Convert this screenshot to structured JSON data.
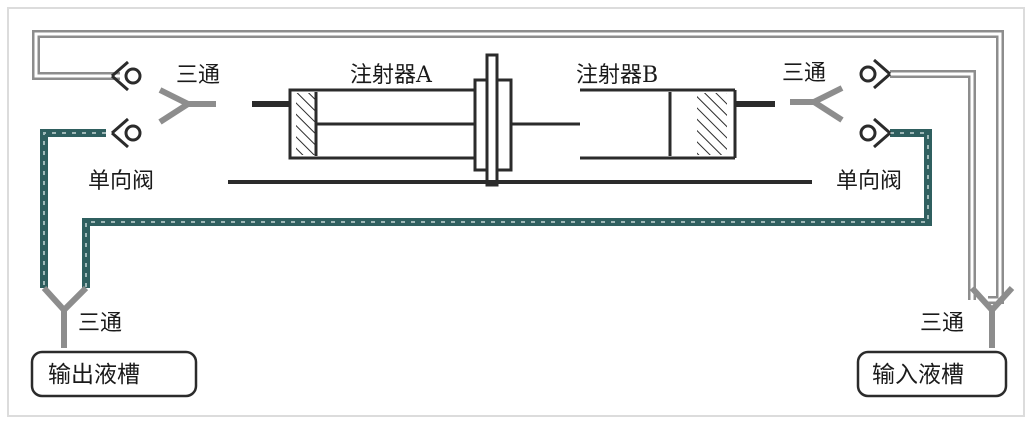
{
  "labels": {
    "tee_top_left": "三通",
    "syringe_a": "注射器A",
    "syringe_b": "注射器B",
    "tee_top_right": "三通",
    "check_valve_left": "单向阀",
    "check_valve_right": "单向阀",
    "tee_bottom_left": "三通",
    "tee_bottom_right": "三通",
    "output_tank": "输出液槽",
    "input_tank": "输入液槽"
  },
  "colors": {
    "frame": "#dcdcdc",
    "line": "#2b2b2b",
    "tube_dark": "#2f5f5f",
    "tube_light": "#9a9a9a",
    "text": "#1a1a1a"
  }
}
